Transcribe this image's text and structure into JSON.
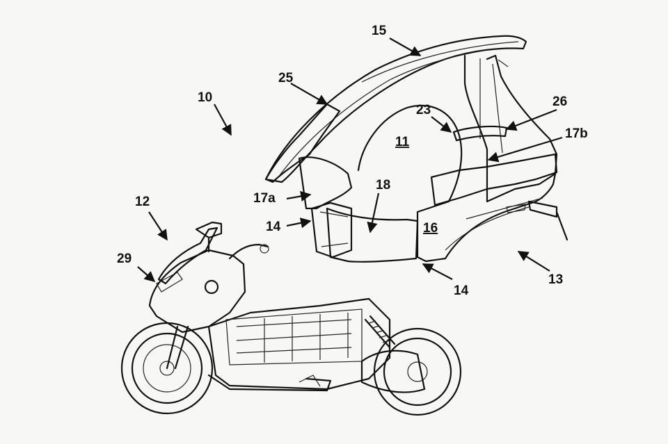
{
  "labels": {
    "l10": "10",
    "l11": "11",
    "l12": "12",
    "l13": "13",
    "l14a": "14",
    "l14b": "14",
    "l15": "15",
    "l16": "16",
    "l17a": "17a",
    "l17b": "17b",
    "l18": "18",
    "l23": "23",
    "l25": "25",
    "l26": "26",
    "l29": "29"
  }
}
